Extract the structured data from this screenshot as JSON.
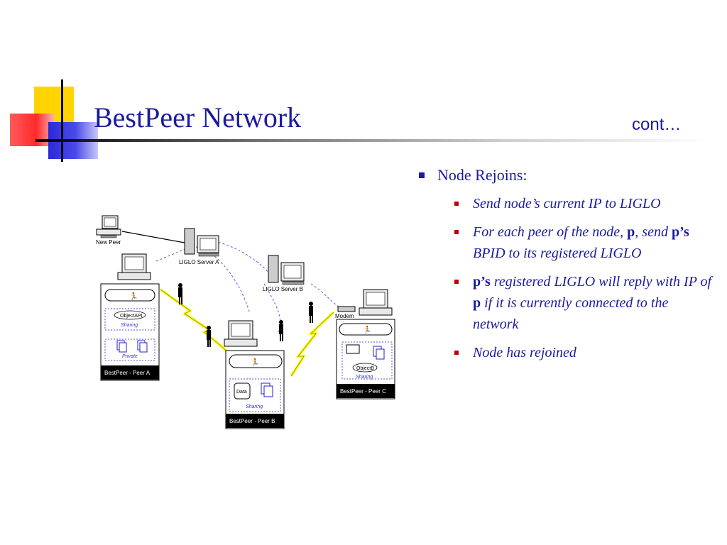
{
  "slide": {
    "title": "BestPeer Network",
    "cont_label": "cont…"
  },
  "bullets": {
    "level1": "Node Rejoins:",
    "items": [
      {
        "id": "send-ip",
        "parts": [
          {
            "text": "Send node’s current IP to LIGLO",
            "bold": false
          }
        ]
      },
      {
        "id": "for-each-peer",
        "parts": [
          {
            "text": "For each peer of the node, ",
            "bold": false
          },
          {
            "text": "p",
            "bold": true
          },
          {
            "text": ", send ",
            "bold": false
          },
          {
            "text": "p’s",
            "bold": true
          },
          {
            "text": " BPID to its registered LIGLO",
            "bold": false
          }
        ]
      },
      {
        "id": "liglo-reply",
        "parts": [
          {
            "text": "p’s",
            "bold": true
          },
          {
            "text": " registered LIGLO will reply with IP of ",
            "bold": false
          },
          {
            "text": "p",
            "bold": true
          },
          {
            "text": " if it is currently connected to the network",
            "bold": false
          }
        ]
      },
      {
        "id": "rejoined",
        "parts": [
          {
            "text": "Node has rejoined",
            "bold": false
          }
        ]
      }
    ]
  },
  "diagram": {
    "labels": {
      "new_peer": "New Peer",
      "server_a": "LIGLO Server A",
      "server_b": "LIGLO Server B",
      "modem": "Modem",
      "peer_a": "BestPeer - Peer A",
      "peer_b": "BestPeer - Peer B",
      "peer_c": "BestPeer - Peer C",
      "object_api": "ObjectAPI",
      "object_b": "ObjectB",
      "sharing": "Sharing",
      "private": "Private",
      "data": "Data"
    }
  }
}
